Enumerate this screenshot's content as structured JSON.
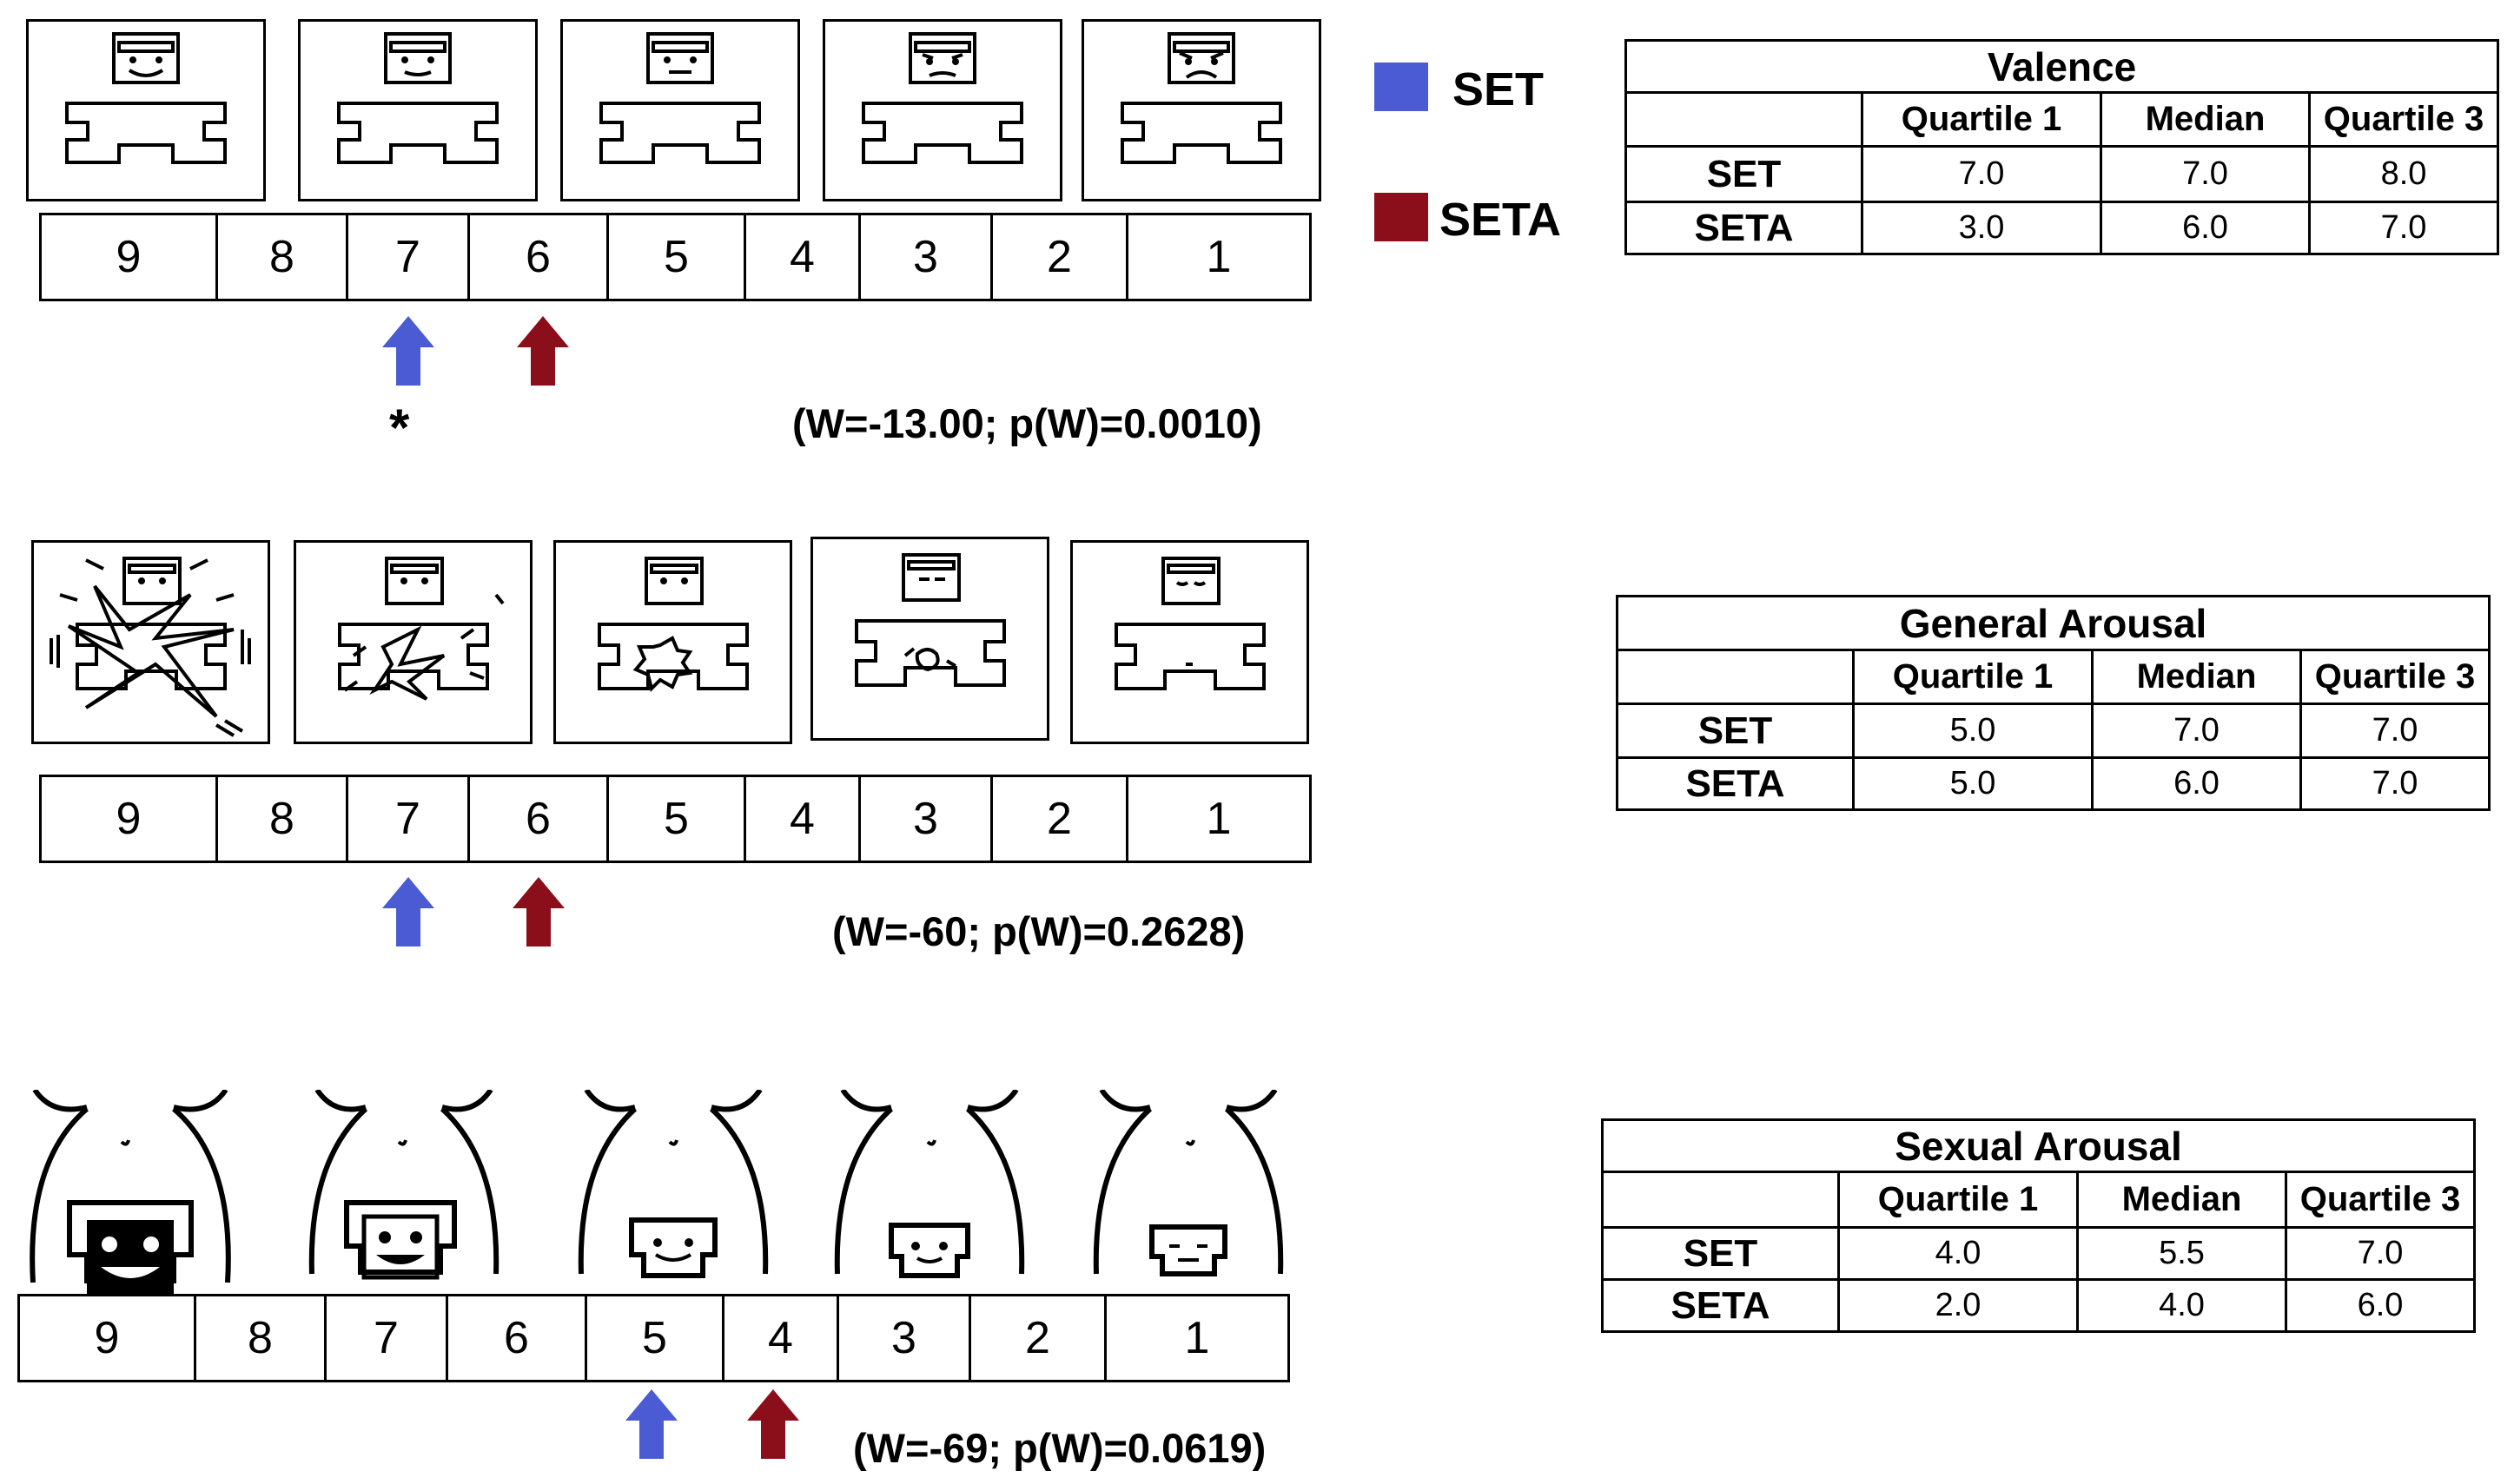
{
  "legend": [
    {
      "label": "SET",
      "color": "#4a5bd4"
    },
    {
      "label": "SETA",
      "color": "#8b0f1a"
    }
  ],
  "panels": [
    {
      "id": "valence",
      "scale": [
        "9",
        "8",
        "7",
        "6",
        "5",
        "4",
        "3",
        "2",
        "1"
      ],
      "figure_icons": [
        "sam-happy-icon",
        "sam-slightly-happy-icon",
        "sam-neutral-icon",
        "sam-slightly-sad-icon",
        "sam-sad-icon"
      ],
      "set_arrow_value": "7",
      "seta_arrow_value": "6",
      "significance_marker": "*",
      "stat": "(W=-13.00; p(W)=0.0010)",
      "table": {
        "title": "Valence",
        "headers": [
          "",
          "Quartile 1",
          "Median",
          "Quartile 3"
        ],
        "rows": [
          {
            "label": "SET",
            "values": [
              "7.0",
              "7.0",
              "8.0"
            ]
          },
          {
            "label": "SETA",
            "values": [
              "3.0",
              "6.0",
              "7.0"
            ]
          }
        ]
      }
    },
    {
      "id": "general-arousal",
      "scale": [
        "9",
        "8",
        "7",
        "6",
        "5",
        "4",
        "3",
        "2",
        "1"
      ],
      "figure_icons": [
        "sam-arousal-high-icon",
        "sam-arousal-medium-high-icon",
        "sam-arousal-medium-icon",
        "sam-arousal-low-icon",
        "sam-arousal-calm-icon"
      ],
      "set_arrow_value": "7",
      "seta_arrow_value": "6",
      "stat": "(W=-60; p(W)=0.2628)",
      "table": {
        "title": "General Arousal",
        "headers": [
          "",
          "Quartile 1",
          "Median",
          "Quartile 3"
        ],
        "rows": [
          {
            "label": "SET",
            "values": [
              "5.0",
              "7.0",
              "7.0"
            ]
          },
          {
            "label": "SETA",
            "values": [
              "5.0",
              "6.0",
              "7.0"
            ]
          }
        ]
      }
    },
    {
      "id": "sexual-arousal",
      "scale": [
        "9",
        "8",
        "7",
        "6",
        "5",
        "4",
        "3",
        "2",
        "1"
      ],
      "figure_icons": [
        "body-figure-large-face-icon",
        "body-figure-medium-face-icon",
        "body-figure-small-face-icon",
        "body-figure-smaller-face-icon",
        "body-figure-smallest-face-icon"
      ],
      "set_arrow_value": "5",
      "seta_arrow_value": "4",
      "stat": "(W=-69; p(W)=0.0619)",
      "table": {
        "title": "Sexual Arousal",
        "headers": [
          "",
          "Quartile 1",
          "Median",
          "Quartile 3"
        ],
        "rows": [
          {
            "label": "SET",
            "values": [
              "4.0",
              "5.5",
              "7.0"
            ]
          },
          {
            "label": "SETA",
            "values": [
              "2.0",
              "4.0",
              "6.0"
            ]
          }
        ]
      }
    }
  ]
}
